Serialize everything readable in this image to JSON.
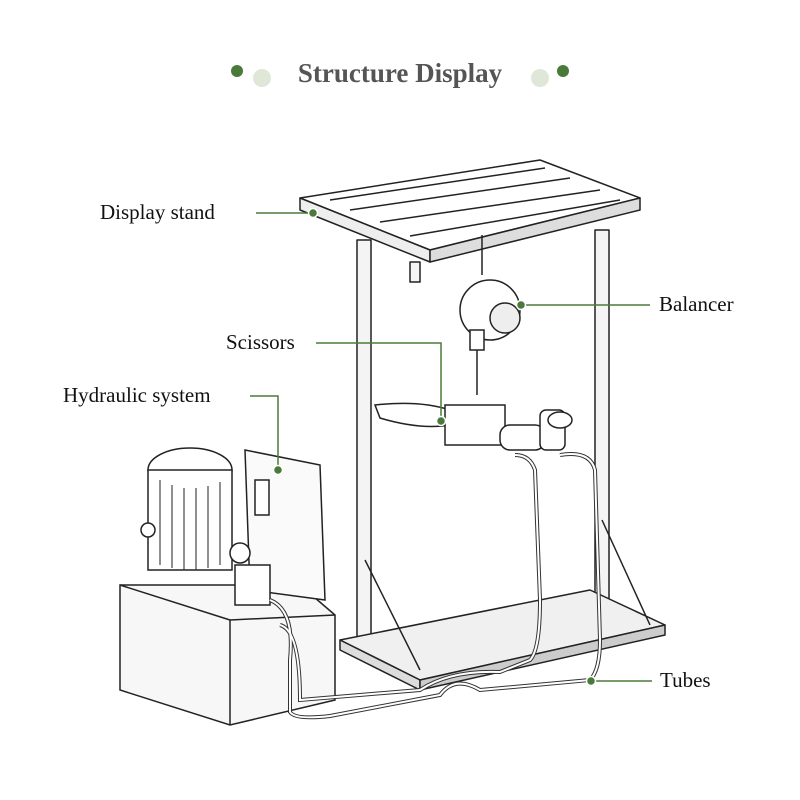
{
  "title": "Structure Display",
  "accent_color": "#4a7a3a",
  "labels": {
    "display_stand": "Display stand",
    "balancer": "Balancer",
    "scissors": "Scissors",
    "hydraulic_system": "Hydraulic system",
    "tubes": "Tubes"
  }
}
